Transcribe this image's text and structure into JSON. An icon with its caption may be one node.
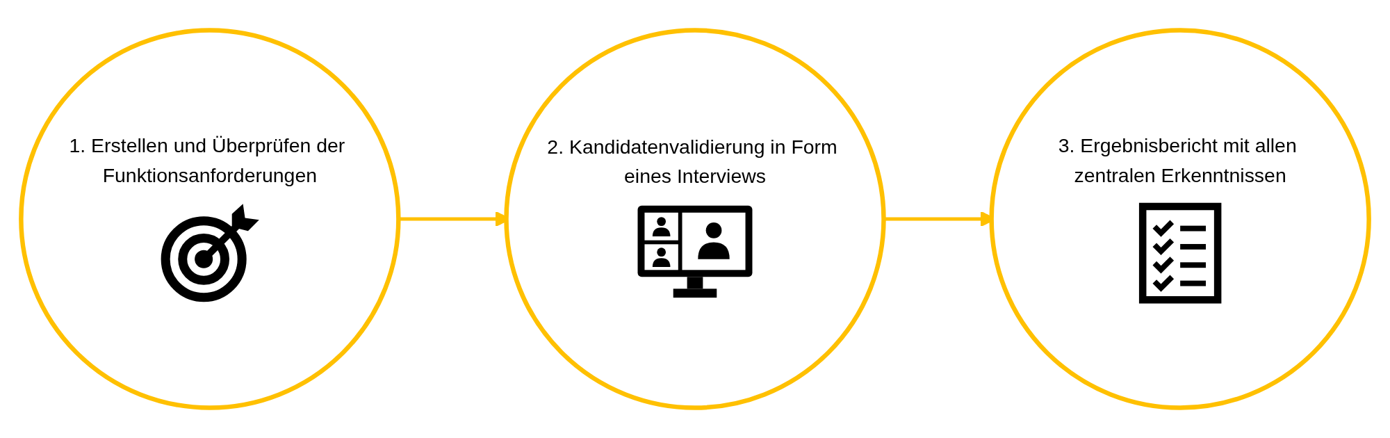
{
  "diagram": {
    "nodes": [
      {
        "text": [
          "1. Erstellen und Überprüfen der Funktionsanforderungen"
        ]
      },
      {
        "text": [
          "2. Kandidatenvalidierung in Form eines Interviews"
        ]
      },
      {
        "text": [
          "3. Ergebnisbericht mit allen zentralen Erkenntnissen"
        ]
      }
    ],
    "edges": [
      {
        "from": 0,
        "to": 1,
        "arrow": "to"
      },
      {
        "from": 1,
        "to": 2,
        "arrow": "to"
      }
    ]
  }
}
